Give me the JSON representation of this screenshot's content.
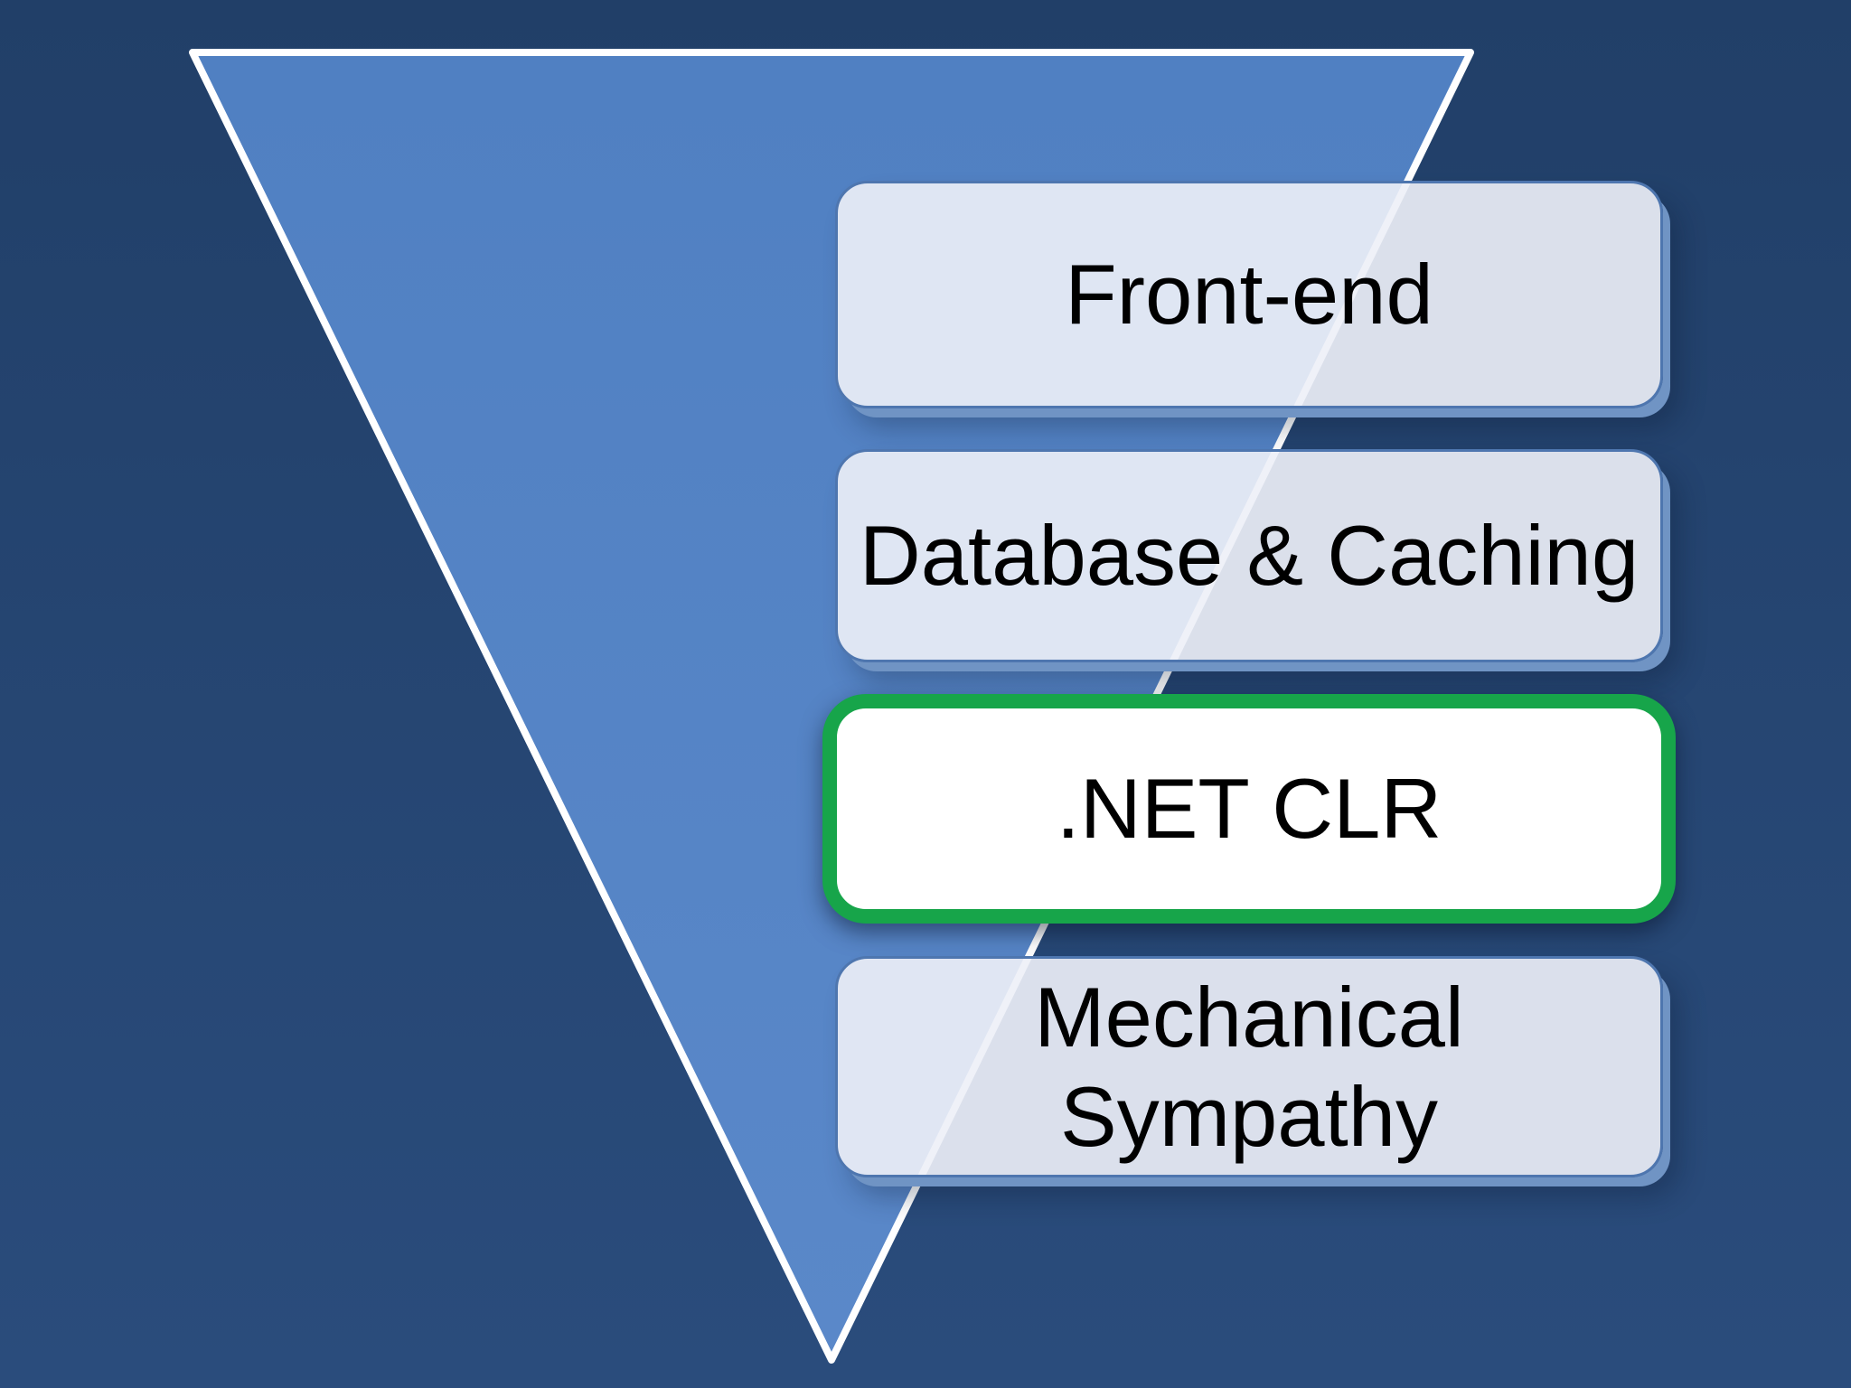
{
  "diagram": {
    "type": "inverted-funnel",
    "levels": [
      {
        "label": "Front-end",
        "highlighted": false
      },
      {
        "label": "Database & Caching",
        "highlighted": false
      },
      {
        "label": ".NET CLR",
        "highlighted": true
      },
      {
        "label": "Mechanical Sympathy",
        "highlighted": false
      }
    ],
    "colors": {
      "background": "#213F68",
      "background_bottom": "#2A4C7C",
      "funnel_fill": "#5080C2",
      "funnel_fill_bottom": "#5A88C9",
      "funnel_outline": "#FFFFFF",
      "level_fill": "#EDF0F7",
      "level_border": "#4E76AF",
      "level_shadow": "#7094C4",
      "highlight_fill": "#FFFFFF",
      "highlight_border": "#17A54A",
      "text": "#000000"
    }
  }
}
